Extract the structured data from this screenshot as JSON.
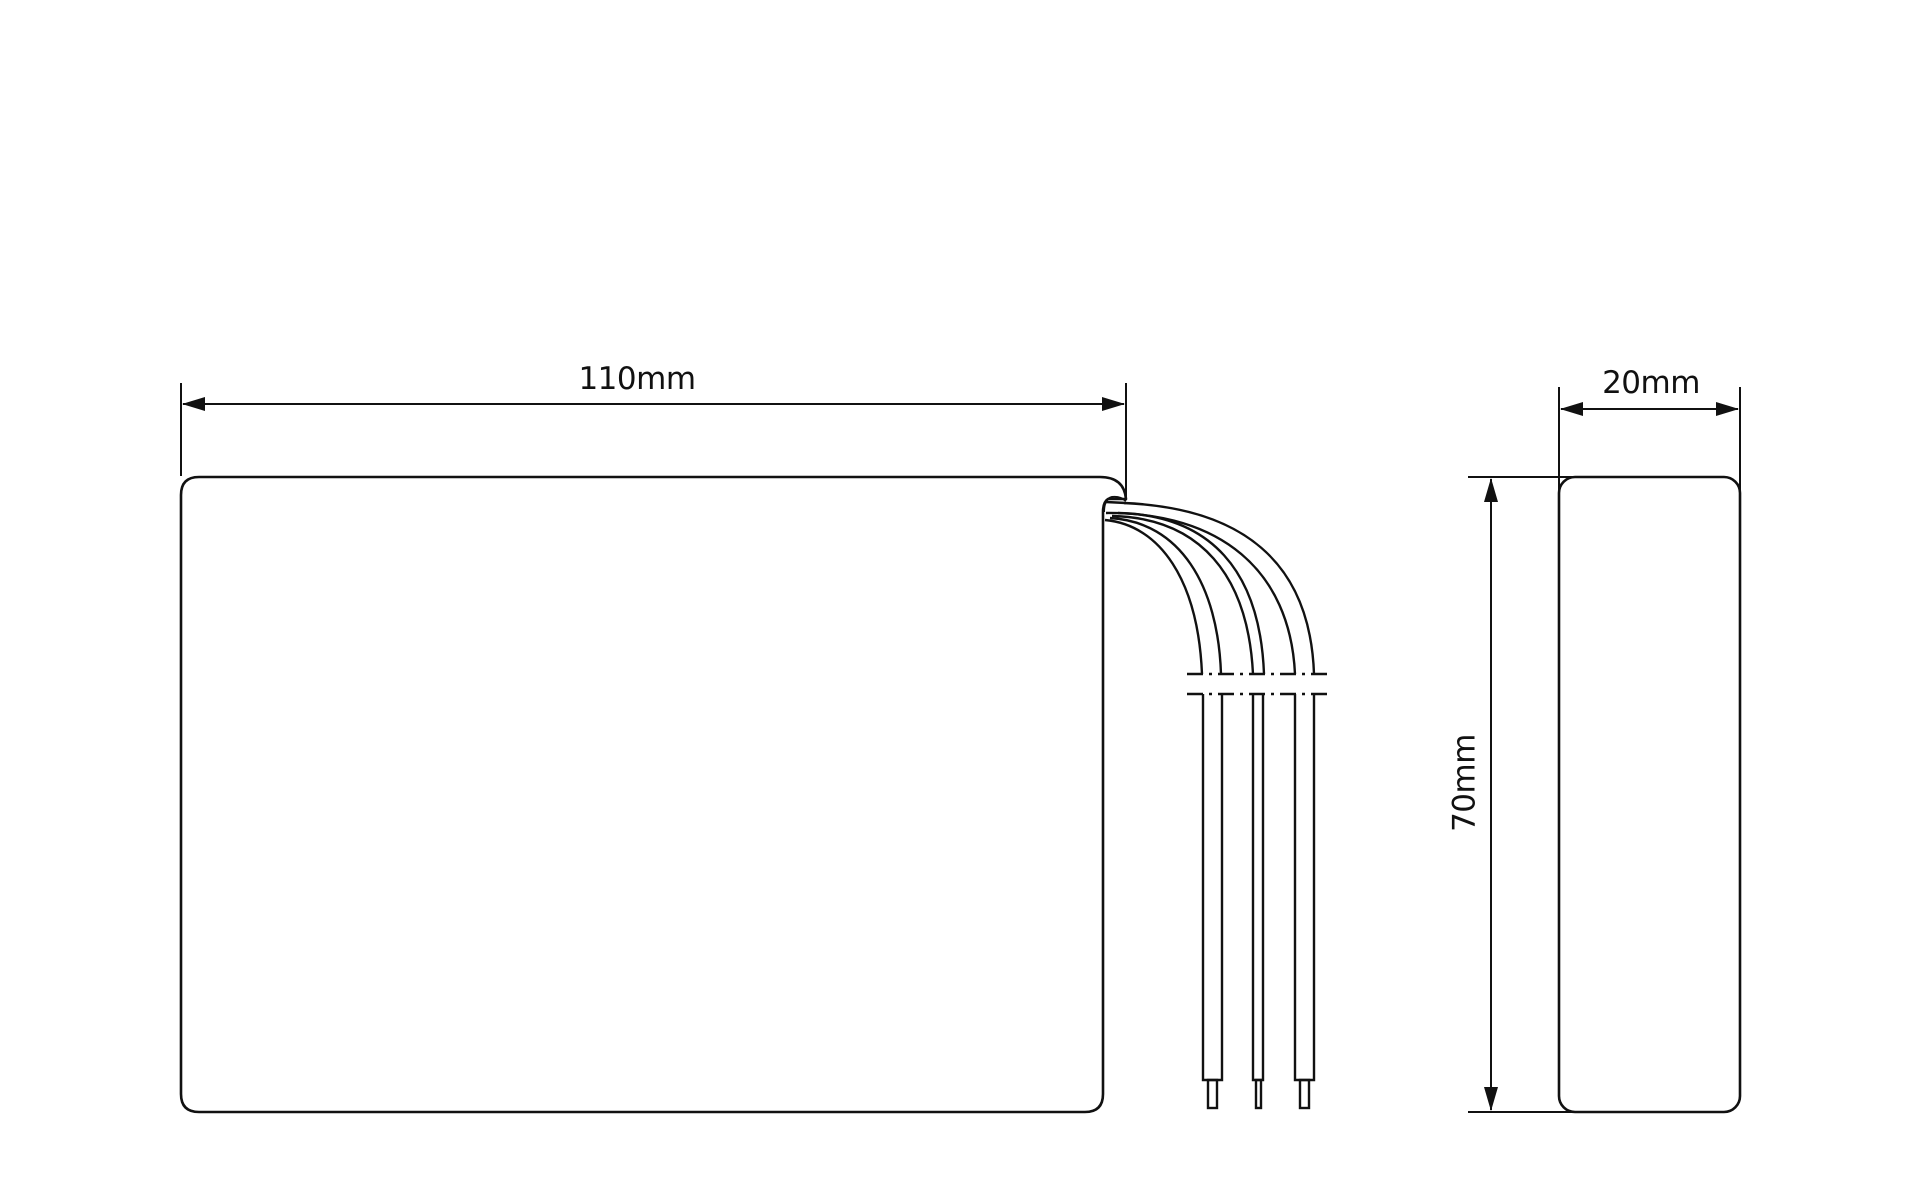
{
  "drawing": {
    "type": "technical-dimension-drawing",
    "subject": "rectangular battery pack with lead wires",
    "line_color": "#111111",
    "background_color": "#ffffff"
  },
  "front_view": {
    "dimension_width": {
      "label": "110mm",
      "value": 110,
      "unit": "mm"
    },
    "wires": {
      "count": 3,
      "break_symbol": "dash-dot break lines"
    }
  },
  "side_view": {
    "dimension_thickness": {
      "label": "20mm",
      "value": 20,
      "unit": "mm"
    },
    "dimension_height": {
      "label": "70mm",
      "value": 70,
      "unit": "mm"
    }
  }
}
